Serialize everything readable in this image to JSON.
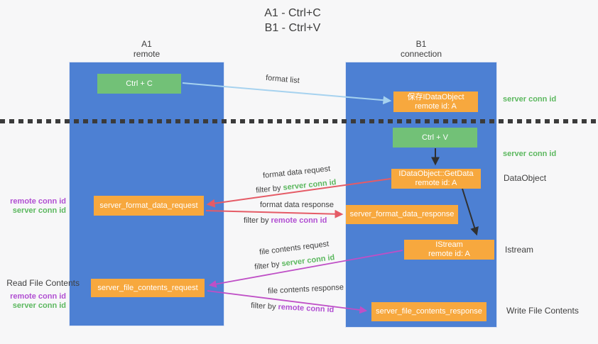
{
  "title": {
    "line1": "A1 - Ctrl+C",
    "line2": "B1 - Ctrl+V"
  },
  "columns": {
    "a1": {
      "name": "A1",
      "subtitle": "remote"
    },
    "b1": {
      "name": "B1",
      "subtitle": "connection"
    }
  },
  "boxes": {
    "ctrl_c": "Ctrl + C",
    "save_dataobject": {
      "line1": "保存IDataObject",
      "line2": "remote id: A"
    },
    "ctrl_v": "Ctrl + V",
    "getdata": {
      "line1": "IDataObject::GetData",
      "line2": "remote id: A"
    },
    "format_request": "server_format_data_request",
    "format_response": "server_format_data_response",
    "istream": {
      "line1": "IStream",
      "line2": "remote id: A"
    },
    "file_request": "server_file_contents_request",
    "file_response": "server_file_contents_response"
  },
  "arrow_labels": {
    "format_list": "format list",
    "format_data_request": "format data request",
    "format_data_response": "format data response",
    "file_contents_request": "file contents request",
    "file_contents_response": "file contents response",
    "filter_by": "filter by ",
    "server_conn_id": "server conn id",
    "remote_conn_id": "remote conn id"
  },
  "side_labels": {
    "right_server_conn_id_1": "server conn id",
    "right_server_conn_id_2": "server conn id",
    "dataobject": "DataObject",
    "istream": "Istream",
    "write_file_contents": "Write File Contents",
    "left_remote_conn_id_1": "remote conn id",
    "left_server_conn_id_1": "server conn id",
    "read_file_contents": "Read File Contents",
    "left_remote_conn_id_2": "remote conn id",
    "left_server_conn_id_2": "server conn id"
  },
  "colors": {
    "column_blue": "#4d80d3",
    "box_green": "#72c177",
    "box_orange": "#f7a83e",
    "arrow_light_blue": "#a6d2ef",
    "arrow_red": "#e55b66",
    "arrow_magenta": "#bf4fc6",
    "arrow_black": "#303030",
    "label_green": "#5cb85f",
    "label_purple": "#b14fd2",
    "text_gray": "#3f3f3f"
  }
}
